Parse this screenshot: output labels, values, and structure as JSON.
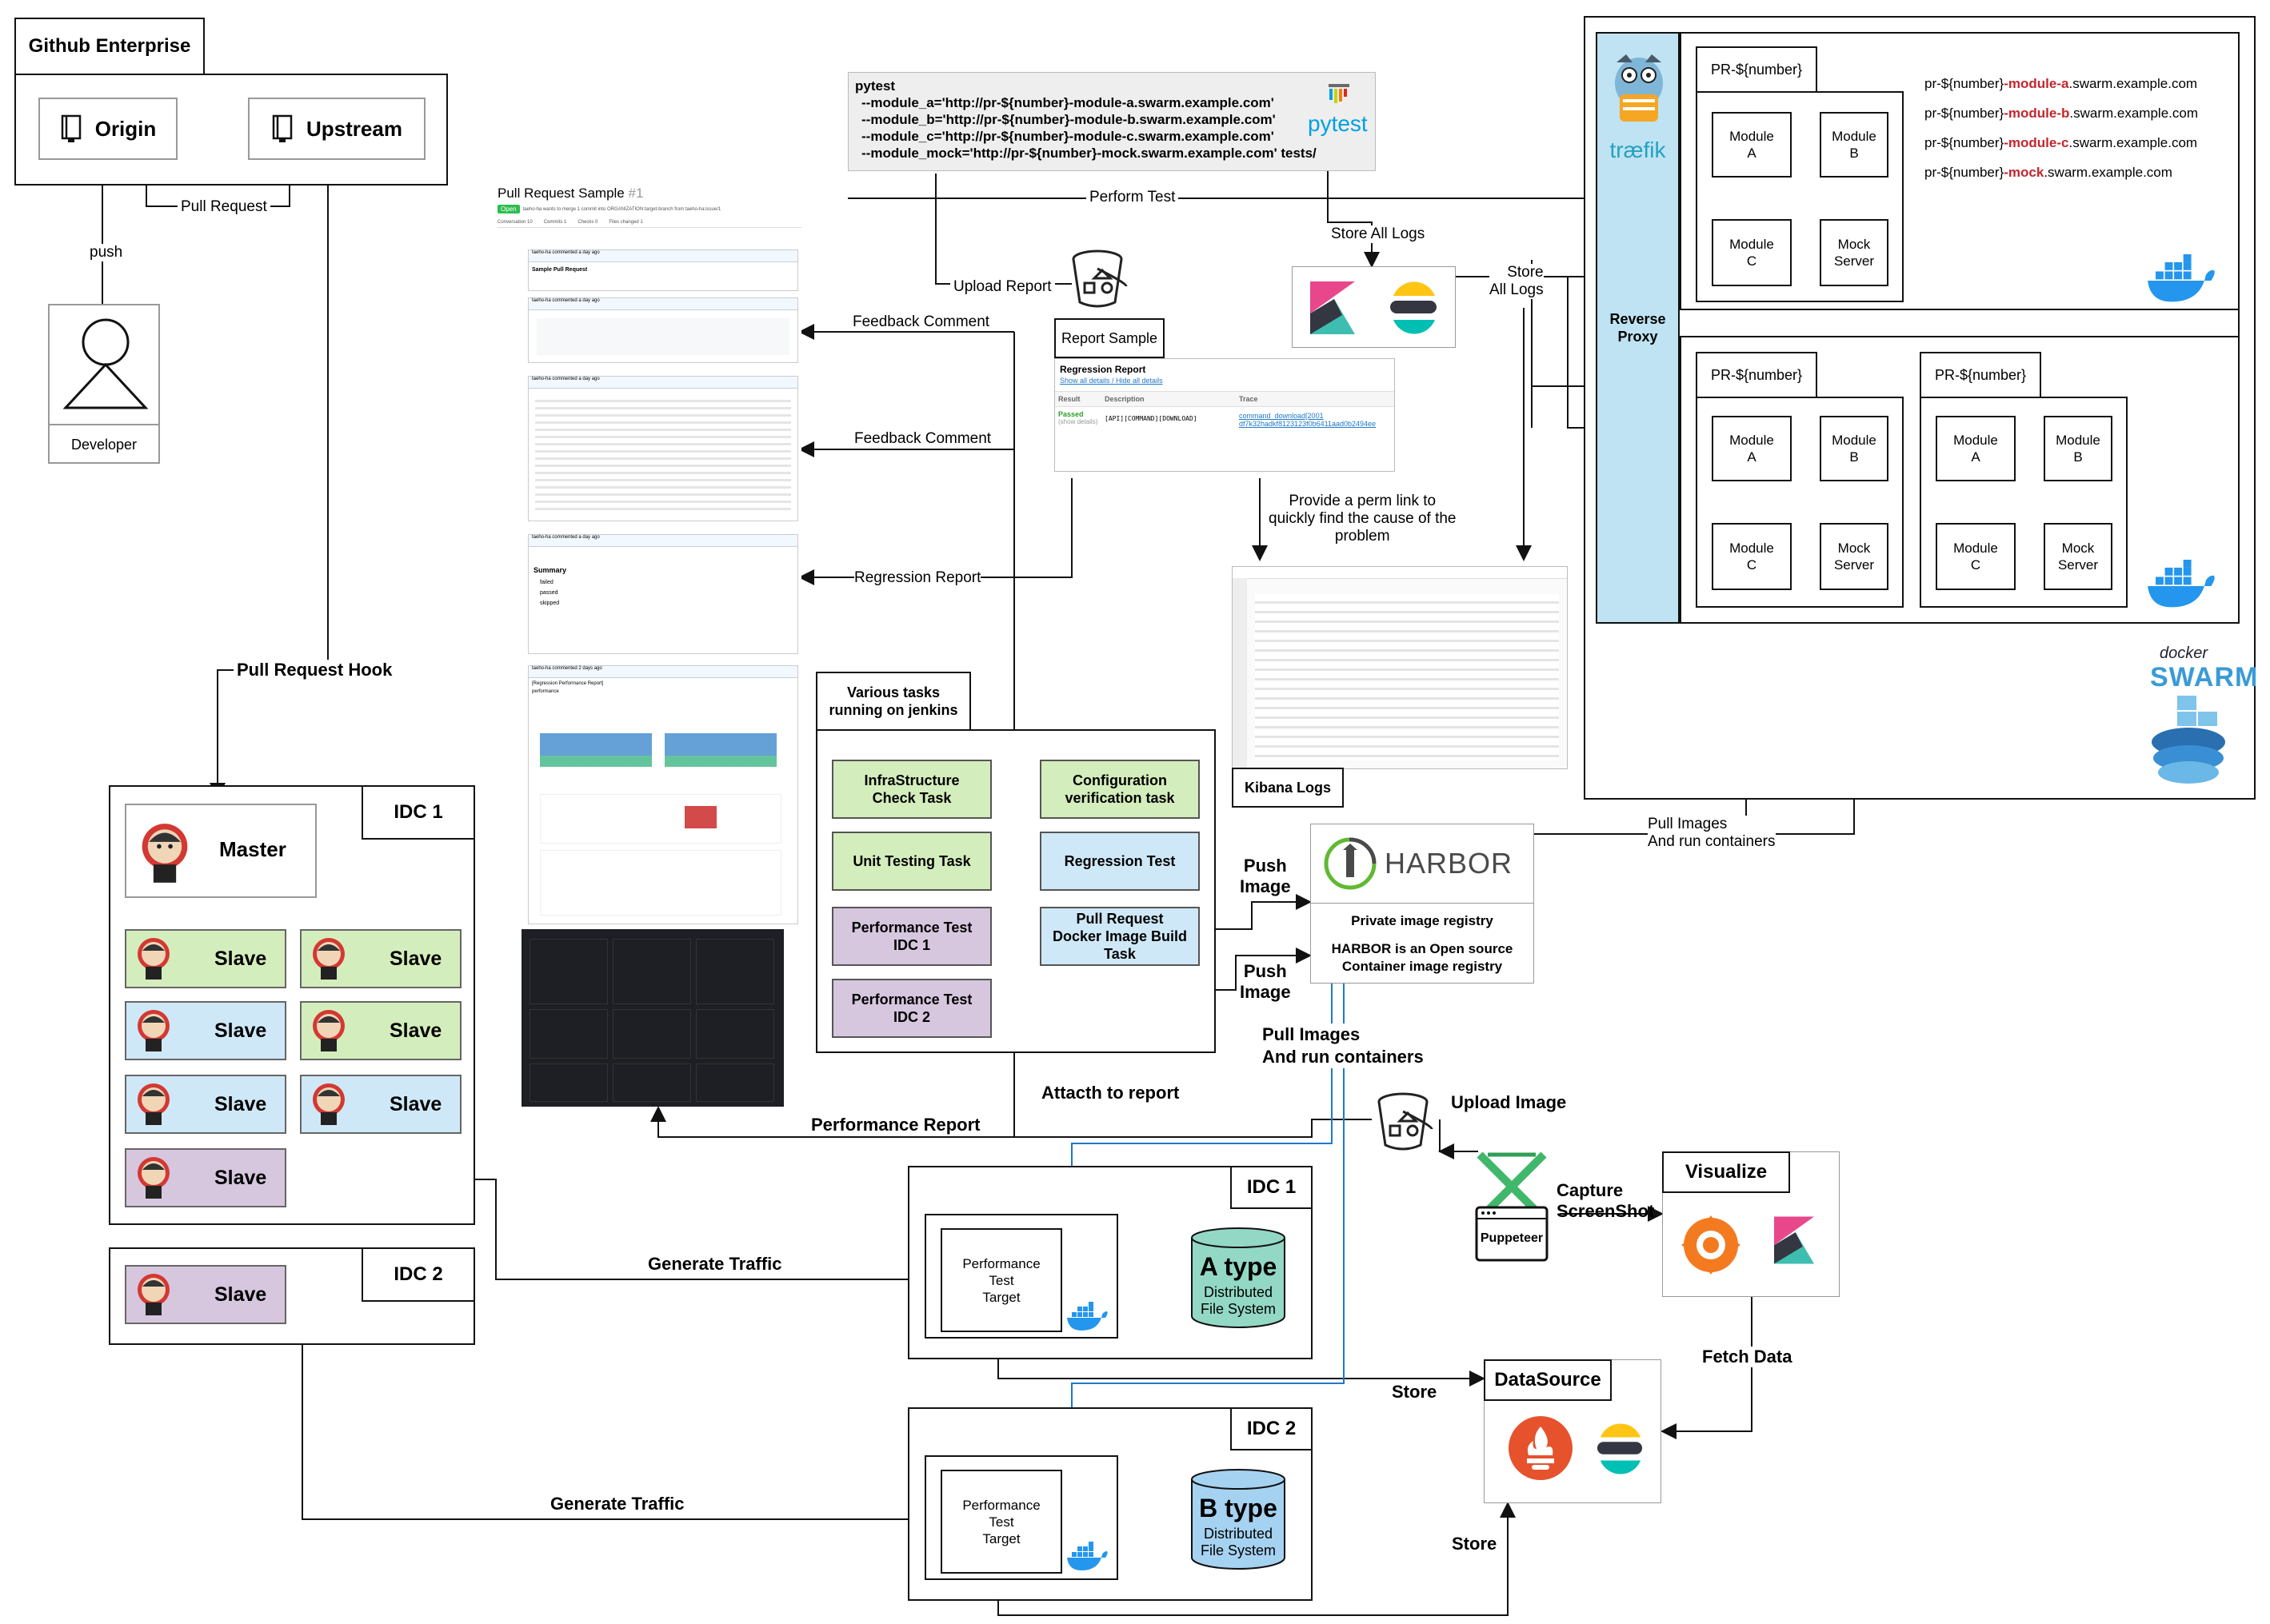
{
  "github": {
    "title": "Github Enterprise",
    "origin": "Origin",
    "upstream": "Upstream",
    "pull_request": "Pull Request",
    "push": "push",
    "developer": "Developer"
  },
  "hook": "Pull Request Hook",
  "idc1_jenkins": {
    "label": "IDC 1",
    "master": "Master",
    "slave": "Slave"
  },
  "idc2_jenkins": {
    "label": "IDC 2",
    "slave": "Slave"
  },
  "pytest": {
    "lines": [
      "pytest",
      "--module_a='http://pr-${number}-module-a.swarm.example.com'",
      "--module_b='http://pr-${number}-module-b.swarm.example.com'",
      "--module_c='http://pr-${number}-module-c.swarm.example.com'",
      "--module_mock='http://pr-${number}-mock.swarm.example.com' tests/"
    ],
    "logo": "pytest"
  },
  "edges": {
    "perform_test": "Perform Test",
    "store_all_logs": "Store All Logs",
    "store_all_logs2": "Store\nAll Logs",
    "upload_report": "Upload Report",
    "feedback1": "Feedback Comment",
    "feedback2": "Feedback Comment",
    "regression_report": "Regression Report",
    "perm_link": "Provide a perm link to\nquickly find the cause of the\nproblem",
    "pull_images_top": "Pull Images\nAnd run containers",
    "push_image1": "Push\nImage",
    "push_image2": "Push\nImage",
    "pull_images_mid": "Pull Images\nAnd run containers",
    "attach": "Attacth to report",
    "perf_report": "Performance Report",
    "upload_image": "Upload Image",
    "capture": "Capture\nScreenShot",
    "generate1": "Generate Traffic",
    "generate2": "Generate Traffic",
    "store1": "Store",
    "store2": "Store",
    "fetch": "Fetch Data"
  },
  "report_sample": {
    "tab": "Report Sample",
    "title": "Regression Report",
    "links": "Show all details / Hide all details",
    "col_result": "Result",
    "col_desc": "Description",
    "col_trace": "Trace",
    "passed": "Passed",
    "show_details": "(show details)",
    "desc": "[API][COMMAND][DOWNLOAD]",
    "trace1": "command_download[2001",
    "trace2": "df7k32hadkf8123123f0b6411aad0b2494ee"
  },
  "pr_sample": {
    "title": "Pull Request Sample",
    "number": "#1",
    "status": "Open",
    "subtitle": "taeho-ha wants to merge 1 commit into ORGANIZATION:target-branch from taeho-ha:issue/1",
    "tabs": [
      "Conversation 10",
      "Commits 1",
      "Checks 0",
      "Files changed 1"
    ],
    "comments": [
      "taeho-ha commented a day ago",
      "taeho-ha commented a day ago",
      "taeho-ha commented a day ago",
      "taeho-ha commented a day ago",
      "taeho-ha commented 2 days ago"
    ],
    "first_body": "Sample Pull Request",
    "summary": "Summary",
    "summary_items": [
      "failed",
      "passed",
      "skipped"
    ],
    "perf_title": "[Regression Performance Report]",
    "perf_sub": "performance"
  },
  "jenkins_tasks": {
    "tab": "Various tasks\nrunning on jenkins",
    "infra": "InfraStructure\nCheck Task",
    "config": "Configuration\nverification task",
    "unit": "Unit Testing Task",
    "regression": "Regression Test",
    "perf1": "Performance Test\nIDC 1",
    "pr_build": "Pull Request\nDocker Image Build\nTask",
    "perf2": "Performance Test\nIDC 2"
  },
  "kibana_logs": "Kibana Logs",
  "harbor": {
    "logo": "HARBOR",
    "line1": "Private image registry",
    "line2": "HARBOR is an Open source\nContainer image registry"
  },
  "swarm": {
    "traefik": "træfik",
    "reverse_proxy": "Reverse\nProxy",
    "pr_tab": "PR-${number}",
    "module_a": "Module\nA",
    "module_b": "Module\nB",
    "module_c": "Module\nC",
    "mock": "Mock\nServer",
    "url_prefix": "pr-${number}",
    "urls": [
      {
        "red": "-module-a",
        "rest": ".swarm.example.com"
      },
      {
        "red": "-module-b",
        "rest": ".swarm.example.com"
      },
      {
        "red": "-module-c",
        "rest": ".swarm.example.com"
      },
      {
        "red": "-mock",
        "rest": ".swarm.example.com"
      }
    ],
    "docker_text": "docker",
    "swarm_text": "SWARM"
  },
  "perf_idc1": {
    "label": "IDC 1",
    "target": "Performance\nTest\nTarget",
    "type": "A type",
    "fs": "Distributed\nFile System"
  },
  "perf_idc2": {
    "label": "IDC 2",
    "target": "Performance\nTest\nTarget",
    "type": "B type",
    "fs": "Distributed\nFile System"
  },
  "visualize": "Visualize",
  "puppeteer": "Puppeteer",
  "datasource": "DataSource",
  "colors": {
    "green": "#d4edbc",
    "blue": "#cfe8f7",
    "purple": "#d6c6de",
    "url_red": "#c0272d",
    "link_blue": "#1f78c8"
  }
}
